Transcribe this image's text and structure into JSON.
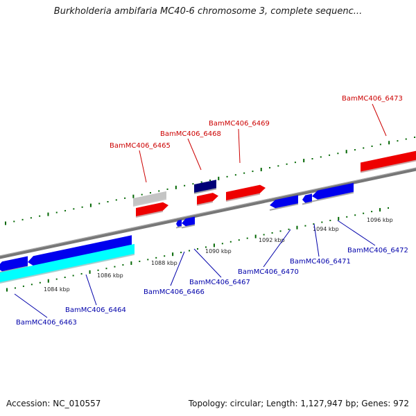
{
  "title": "Burkholderia ambifaria MC40-6 chromosome 3, complete sequenc...",
  "footer": {
    "accession": "Accession: NC_010557",
    "stats": "Topology: circular; Length: 1,127,947 bp; Genes: 972"
  },
  "colors": {
    "forward_gene": "#ff0000",
    "reverse_gene": "#0000ee",
    "forward_label": "#cc0000",
    "reverse_label": "#0000aa",
    "pseudo_gene": "#bbbbbb",
    "rna_gene": "#000077",
    "cds_reverse_alt": "#00ffff",
    "backbone": "#888888",
    "tick": "#006600"
  },
  "scale": {
    "ticks": [
      "1084 kbp",
      "1086 kbp",
      "1088 kbp",
      "1090 kbp",
      "1092 kbp",
      "1094 kbp",
      "1096 kbp"
    ]
  },
  "genes": {
    "forward": [
      "BamMC406_6465",
      "BamMC406_6468",
      "BamMC406_6469",
      "BamMC406_6473"
    ],
    "reverse": [
      "BamMC406_6463",
      "BamMC406_6464",
      "BamMC406_6466",
      "BamMC406_6467",
      "BamMC406_6470",
      "BamMC406_6471",
      "BamMC406_6472"
    ]
  }
}
